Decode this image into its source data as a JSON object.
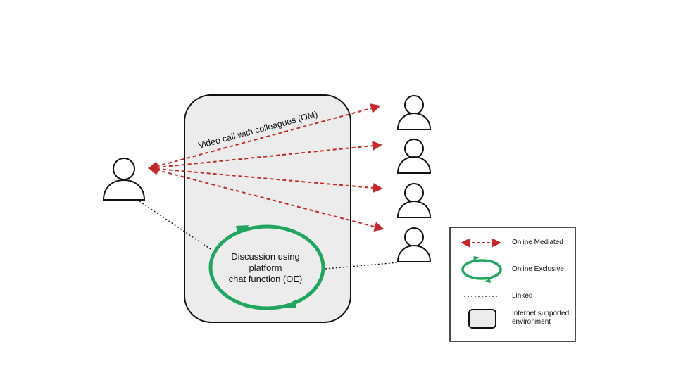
{
  "environment": {
    "video_call_label": "Video call with colleagues (OM)",
    "discussion_lines": [
      "Discussion using",
      "platform",
      "chat function (OE)"
    ]
  },
  "legend": {
    "items": [
      {
        "label": "Online Mediated"
      },
      {
        "label": "Online Exclusive"
      },
      {
        "label": "Linked"
      },
      {
        "label": "Internet supported environment"
      }
    ],
    "env_lines": [
      "Internet supported",
      "environment"
    ]
  },
  "colors": {
    "mediated": "#c62828",
    "exclusive": "#22a55f",
    "environment_fill": "#ececec",
    "outline": "#111111"
  }
}
